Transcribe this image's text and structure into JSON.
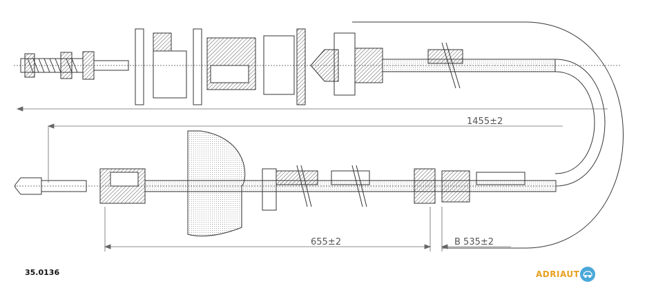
{
  "part_number": "35.0136",
  "brand": {
    "name": "ADRIAUT",
    "text_color": "#e8a020",
    "logo_color": "#4aa8d8",
    "logo_icon": "car-in-circle-icon"
  },
  "dimensions": {
    "total_length": "1455±2",
    "segment_a": "655±2",
    "segment_b": "B 535±2"
  },
  "colors": {
    "line": "#333333",
    "hatch": "#555555",
    "dim_line": "#666666"
  }
}
